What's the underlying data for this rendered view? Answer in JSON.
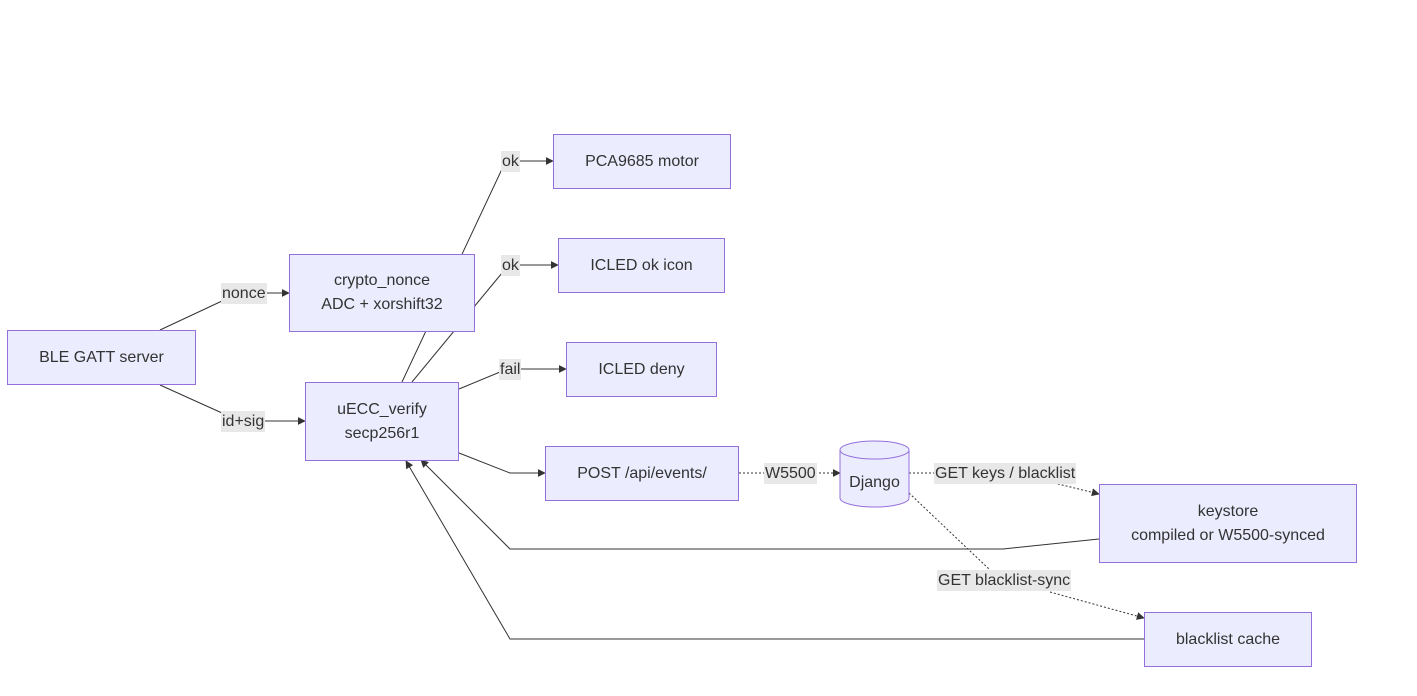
{
  "nodes": {
    "ble": {
      "label": "BLE GATT server"
    },
    "crypto": {
      "line1": "crypto_nonce",
      "line2": "ADC + xorshift32"
    },
    "uecc": {
      "line1": "uECC_verify",
      "line2": "secp256r1"
    },
    "pca": {
      "label": "PCA9685 motor"
    },
    "icled_ok": {
      "label": "ICLED ok icon"
    },
    "icled_deny": {
      "label": "ICLED deny"
    },
    "post": {
      "label": "POST /api/events/"
    },
    "django": {
      "label": "Django"
    },
    "keystore": {
      "line1": "keystore",
      "line2": "compiled or W5500-synced"
    },
    "blacklist": {
      "label": "blacklist cache"
    }
  },
  "edges": {
    "nonce": "nonce",
    "idsig": "id+sig",
    "ok1": "ok",
    "ok2": "ok",
    "fail": "fail",
    "w5500": "W5500",
    "get_keys": "GET keys / blacklist",
    "get_blacklist": "GET blacklist-sync"
  },
  "colors": {
    "node_fill": "#ECECFF",
    "node_border": "#9370DB",
    "edge": "#333333",
    "label_bg": "#e8e8e8"
  }
}
